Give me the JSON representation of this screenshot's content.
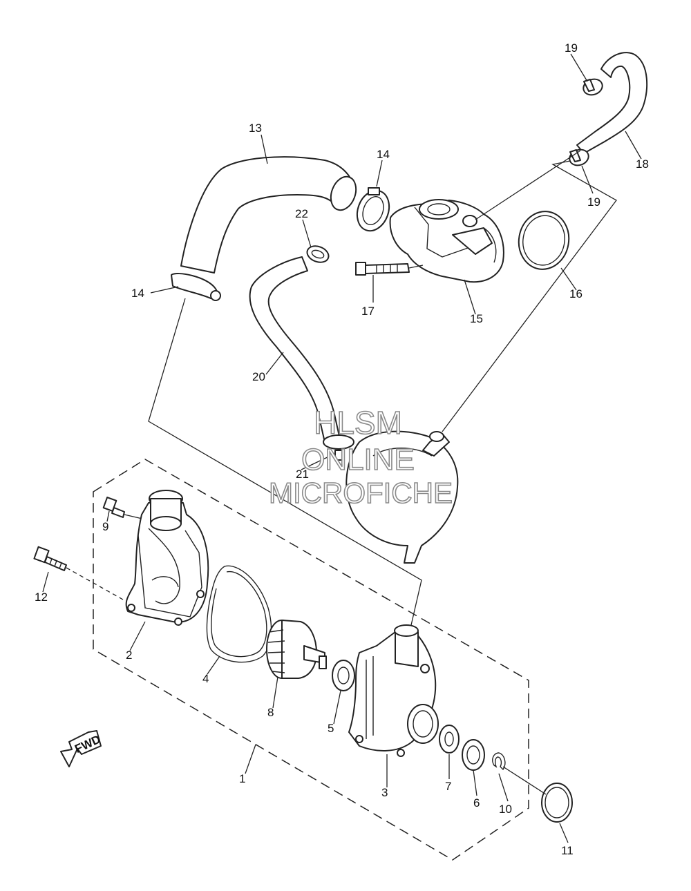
{
  "callouts": {
    "c1": "1",
    "c2": "2",
    "c3": "3",
    "c4": "4",
    "c5": "5",
    "c6": "6",
    "c7": "7",
    "c8": "8",
    "c9": "9",
    "c10": "10",
    "c11": "11",
    "c12": "12",
    "c13": "13",
    "c14a": "14",
    "c14b": "14",
    "c15": "15",
    "c16": "16",
    "c17": "17",
    "c18": "18",
    "c19a": "19",
    "c19b": "19",
    "c20": "20",
    "c21": "21",
    "c22": "22"
  },
  "fwd_arrow": {
    "text": "FWD",
    "icon": "fwd-arrow-icon"
  },
  "watermark": {
    "line1": "HLSM",
    "line2": "ONLINE",
    "line3": "MICROFICHE"
  },
  "colors": {
    "ink": "#222222",
    "watermark_outline": "#8a8a8a",
    "background": "#ffffff"
  }
}
